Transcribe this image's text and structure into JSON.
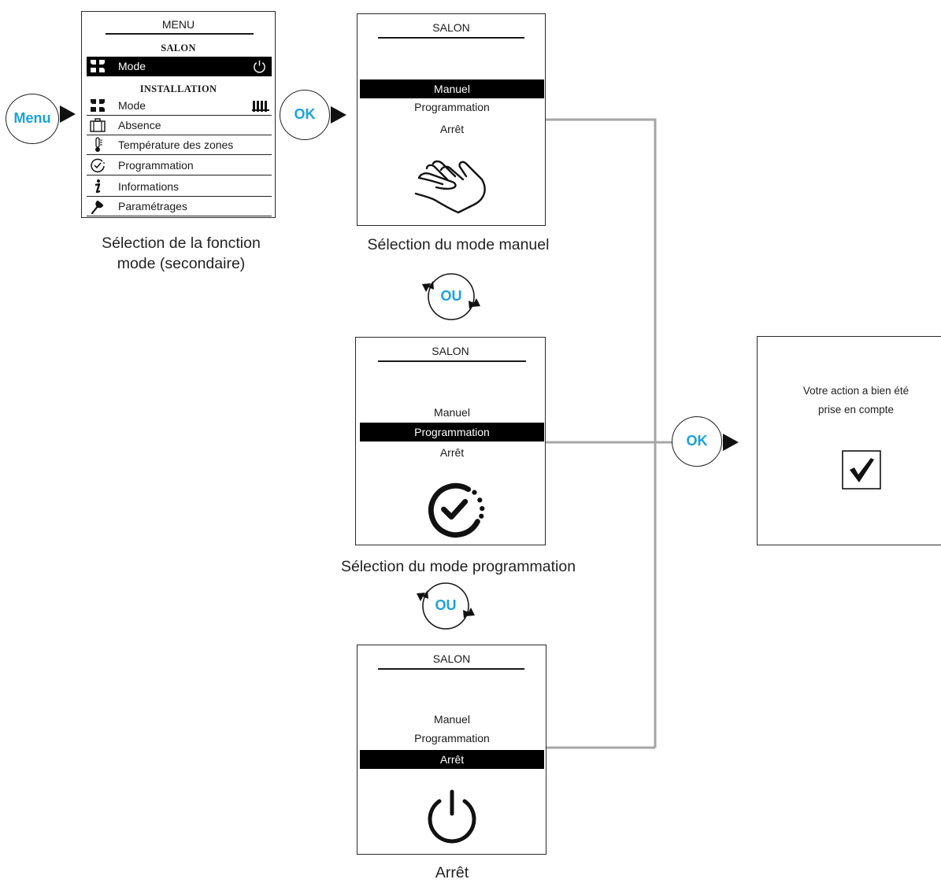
{
  "menu_screen": {
    "title": "MENU",
    "section_salon": "SALON",
    "section_installation": "INSTALLATION",
    "items": [
      {
        "label": "Mode",
        "icon": "fan-icon"
      },
      {
        "label": "Mode",
        "icon": "fan-icon"
      },
      {
        "label": "Absence",
        "icon": "suitcase-icon"
      },
      {
        "label": "Température des zones",
        "icon": "thermometer-icon"
      },
      {
        "label": "Programmation",
        "icon": "clock-icon"
      },
      {
        "label": "Informations",
        "icon": "info-icon"
      },
      {
        "label": "Paramétrages",
        "icon": "wrench-icon"
      }
    ]
  },
  "captions": {
    "menu": "Sélection de la fonction\nmode (secondaire)",
    "manual": "Sélection du mode manuel",
    "programming": "Sélection du mode programmation",
    "off": "Arrêt"
  },
  "buttons": {
    "menu": "Menu",
    "ok": "OK",
    "or": "OU"
  },
  "mode_screens": [
    {
      "title": "SALON",
      "options": [
        "Manuel",
        "Programmation",
        "Arrêt"
      ],
      "selected": 0,
      "icon": "hand-icon"
    },
    {
      "title": "SALON",
      "options": [
        "Manuel",
        "Programmation",
        "Arrêt"
      ],
      "selected": 1,
      "icon": "clock-icon"
    },
    {
      "title": "SALON",
      "options": [
        "Manuel",
        "Programmation",
        "Arrêt"
      ],
      "selected": 2,
      "icon": "power-icon"
    }
  ],
  "confirmation": {
    "message_line1": "Votre action a bien été",
    "message_line2": "prise en compte",
    "icon": "checkmark-icon"
  },
  "colors": {
    "accent": "#1aa3dc",
    "connector": "#a6a6a6",
    "highlight": "#000000"
  }
}
